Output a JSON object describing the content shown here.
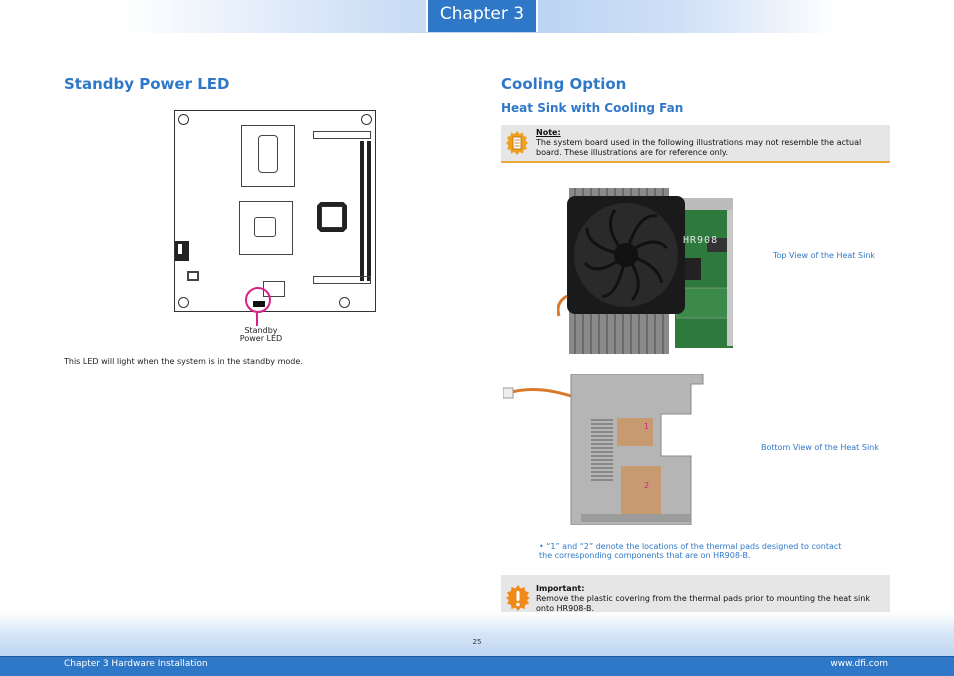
{
  "header": {
    "chapter_label": "Chapter 3"
  },
  "left": {
    "title": "Standby Power LED",
    "led_callout": "Standby\nPower LED",
    "led_callout_line1": "Standby",
    "led_callout_line2": "Power LED",
    "description": "This LED will light when the system is in the standby mode."
  },
  "right": {
    "title": "Cooling Option",
    "subtitle": "Heat Sink with Cooling Fan",
    "note": {
      "label": "Note:",
      "line1": "The system board used in the following illustrations may not resemble the actual",
      "line2": "board. These illustrations are for reference only."
    },
    "top_view": {
      "caption": "Top View of the Heat Sink",
      "board_marking": "HR908"
    },
    "bottom_view": {
      "caption": "Bottom View of the Heat Sink",
      "pad1": "1",
      "pad2": "2"
    },
    "bullet": {
      "line1": "• “1” and “2” denote the locations of the thermal pads designed to contact",
      "line2": "the corresponding components that are on HR908-B."
    },
    "important": {
      "label": "Important:",
      "line1": "Remove the plastic covering from the thermal pads prior to mounting the heat sink",
      "line2": "onto HR908-B."
    }
  },
  "footer": {
    "page_number": "25",
    "left_text": "Chapter 3 Hardware Installation",
    "right_text": "www.dfi.com"
  },
  "colors": {
    "accent": "#2f78c8",
    "led_marker": "#d6218a",
    "note_rule": "#e8a93a"
  },
  "icons": {
    "note": "notepad-icon",
    "important": "exclamation-icon"
  }
}
